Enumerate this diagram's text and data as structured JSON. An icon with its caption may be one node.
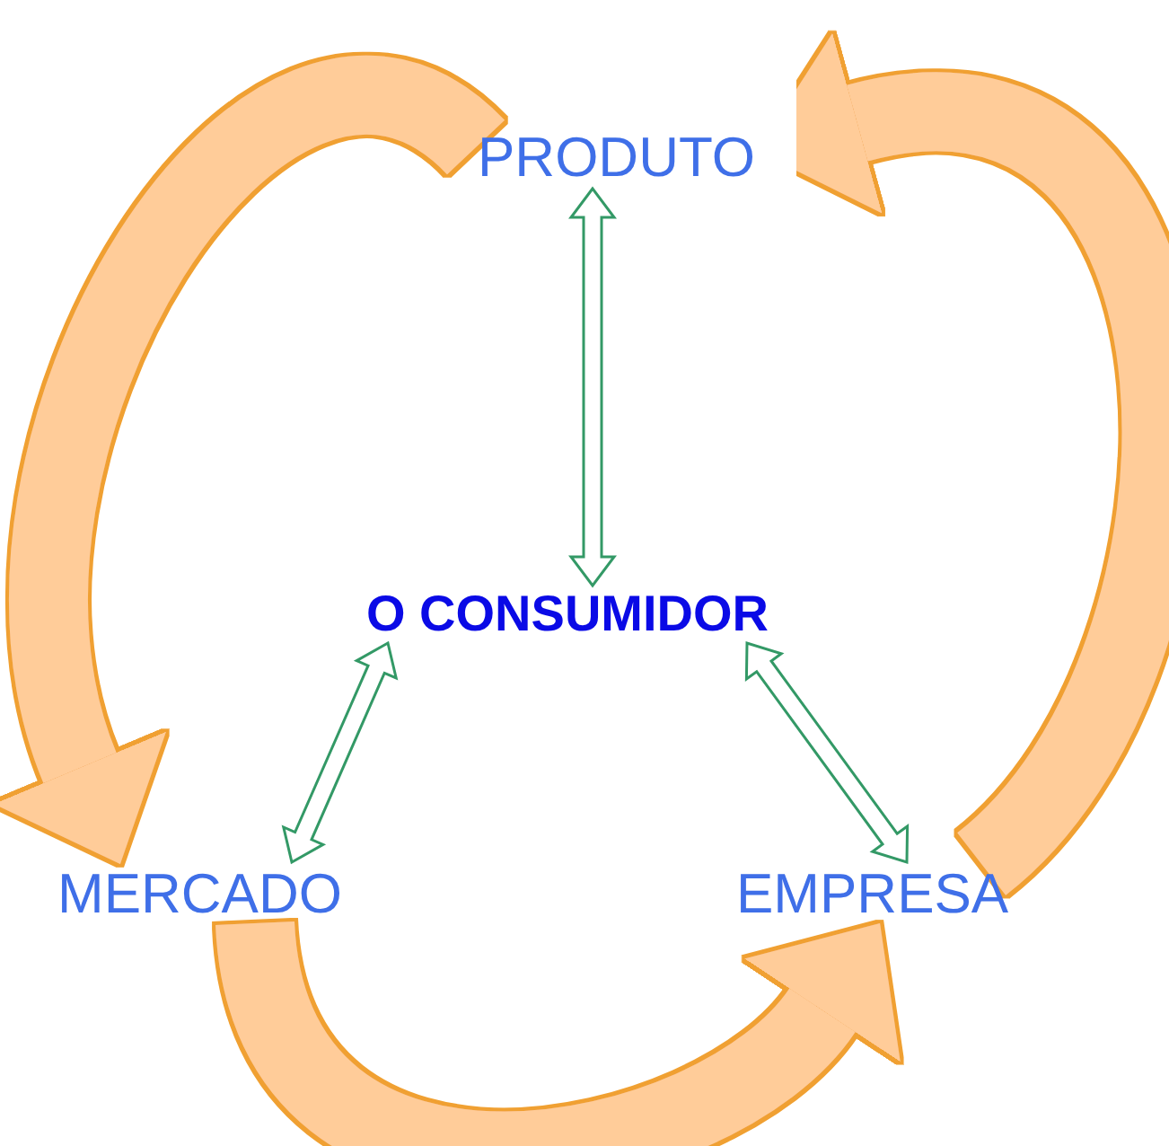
{
  "diagram": {
    "nodes": [
      {
        "text": [
          "PRODUTO"
        ]
      },
      {
        "text": [
          "O CONSUMIDOR"
        ]
      },
      {
        "text": [
          "MERCADO"
        ]
      },
      {
        "text": [
          "EMPRESA"
        ]
      }
    ],
    "edges": [
      {
        "from": 0,
        "to": 1,
        "arrow": "both",
        "color": "#339966"
      },
      {
        "from": 1,
        "to": 2,
        "arrow": "both",
        "color": "#339966"
      },
      {
        "from": 1,
        "to": 3,
        "arrow": "both",
        "color": "#339966"
      },
      {
        "from": 0,
        "to": 2,
        "arrow": "to",
        "color": "#ffcc99"
      },
      {
        "from": 2,
        "to": 3,
        "arrow": "to",
        "color": "#ffcc99"
      },
      {
        "from": 3,
        "to": 0,
        "arrow": "to",
        "color": "#ffcc99"
      }
    ]
  }
}
